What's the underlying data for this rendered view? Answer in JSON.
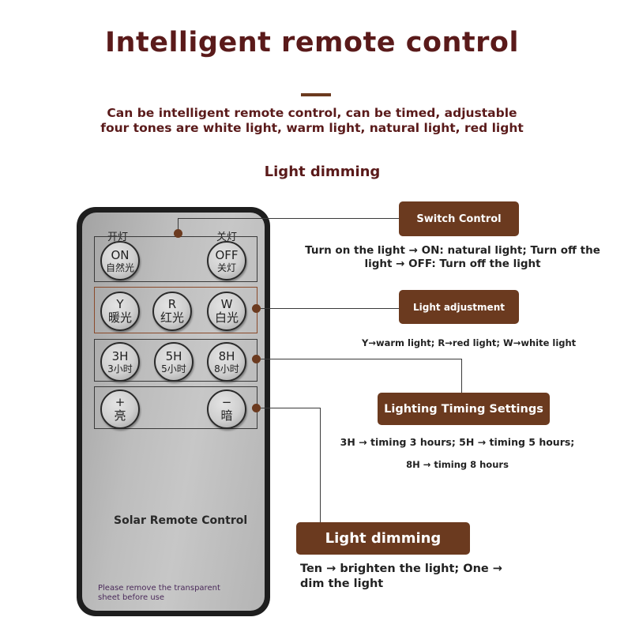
{
  "header": {
    "title": "Intelligent remote control",
    "subtitle_line1": "Can be intelligent remote control, can be timed, adjustable",
    "subtitle_line2": "four tones are white light, warm light, natural light, red light",
    "section_title": "Light dimming"
  },
  "remote": {
    "label_on_cn": "开灯",
    "label_off_cn": "关灯",
    "buttons": {
      "on": {
        "top": "ON",
        "bottom": "自然光"
      },
      "off": {
        "top": "OFF",
        "bottom": "关灯"
      },
      "y": {
        "top": "Y",
        "bottom": "暖光"
      },
      "r": {
        "top": "R",
        "bottom": "红光"
      },
      "w": {
        "top": "W",
        "bottom": "白光"
      },
      "t3": {
        "top": "3H",
        "bottom": "3小时"
      },
      "t5": {
        "top": "5H",
        "bottom": "5小时"
      },
      "t8": {
        "top": "8H",
        "bottom": "8小时"
      },
      "plus": {
        "top": "+",
        "bottom": "亮"
      },
      "minus": {
        "top": "−",
        "bottom": "暗"
      }
    },
    "brand_text": "Solar Remote Control",
    "note_line1": "Please remove the transparent",
    "note_line2": "sheet before use"
  },
  "callouts": {
    "switch": {
      "title": "Switch Control",
      "desc_line1": "Turn on the light → ON: natural light; Turn off the",
      "desc_line2": "light → OFF: Turn off the light"
    },
    "adjust": {
      "title": "Light adjustment",
      "desc": "Y→warm light; R→red light; W→white light"
    },
    "timing": {
      "title": "Lighting Timing Settings",
      "desc_line1": "3H → timing 3 hours; 5H → timing 5 hours;",
      "desc_line2": "8H → timing 8 hours"
    },
    "dimming": {
      "title": "Light dimming",
      "desc_line1": "Ten → brighten the light; One →",
      "desc_line2": "dim the light"
    }
  },
  "colors": {
    "accent": "#6b3a1f",
    "title": "#5a1a1a"
  }
}
